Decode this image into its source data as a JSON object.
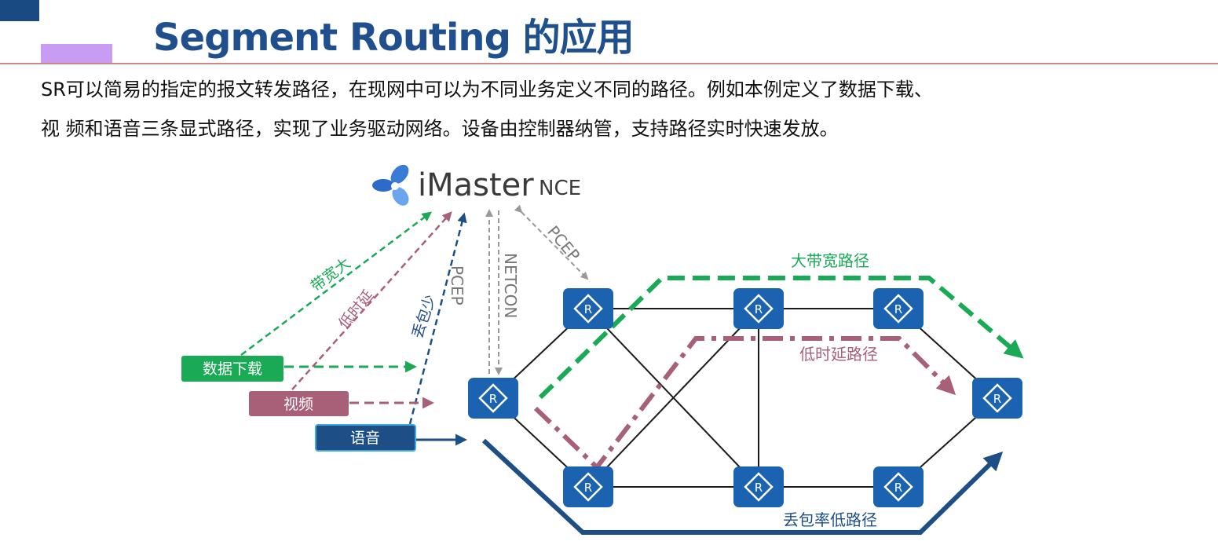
{
  "page": {
    "title": "Segment Routing 的应用",
    "description_line1": "SR可以简易的指定的报文转发路径，在现网中可以为不同业务定义不同的路径。例如本例定义了数据下载、",
    "description_line2": "视  频和语音三条显式路径，实现了业务驱动网络。设备由控制器纳管，支持路径实时快速发放。"
  },
  "controller": {
    "name": "iMaster",
    "suffix": "NCE",
    "logo_icon": "pinwheel-logo-icon"
  },
  "protocol_labels": {
    "pcep_left": "PCEP",
    "netconf": "NETCON",
    "pcep_right": "PCEP"
  },
  "requirements": {
    "bandwidth": "带宽大",
    "latency": "低时延",
    "loss": "丢包少"
  },
  "services": [
    {
      "label": "数据下载",
      "color": "#1aaa55"
    },
    {
      "label": "视频",
      "color": "#a85f78"
    },
    {
      "label": "语音",
      "color": "#1d4f86"
    }
  ],
  "paths": {
    "bandwidth_path": "大带宽路径",
    "latency_path": "低时延路径",
    "loss_path": "丢包率低路径"
  },
  "router": {
    "glyph": "R",
    "icon": "router-icon",
    "color": "#1b63b0"
  },
  "colors": {
    "green": "#1aaa55",
    "mauve": "#a85f78",
    "navy": "#1d4f86",
    "gray": "#999999"
  }
}
